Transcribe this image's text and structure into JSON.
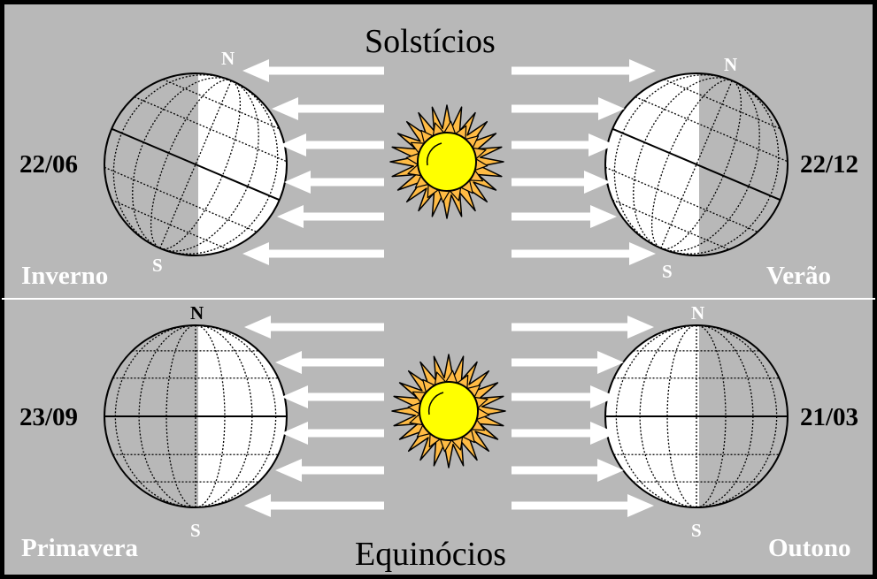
{
  "titles": {
    "top": "Solstícios",
    "bottom": "Equinócios"
  },
  "panels": {
    "top_left": {
      "date": "22/06",
      "season": "Inverno",
      "north": "N",
      "south": "S"
    },
    "top_right": {
      "date": "22/12",
      "season": "Verão",
      "north": "N",
      "south": "S"
    },
    "bottom_left": {
      "date": "23/09",
      "season": "Primavera",
      "north": "N",
      "south": "S"
    },
    "bottom_right": {
      "date": "21/03",
      "season": "Outono",
      "north": "N",
      "south": "S"
    }
  },
  "colors": {
    "background": "#b8b8b8",
    "border": "#000000",
    "arrow": "#ffffff",
    "sun_core": "#ffff00",
    "sun_rays": "#ffbb44",
    "globe_dark": "#b8b8b8",
    "globe_light": "#ffffff"
  }
}
